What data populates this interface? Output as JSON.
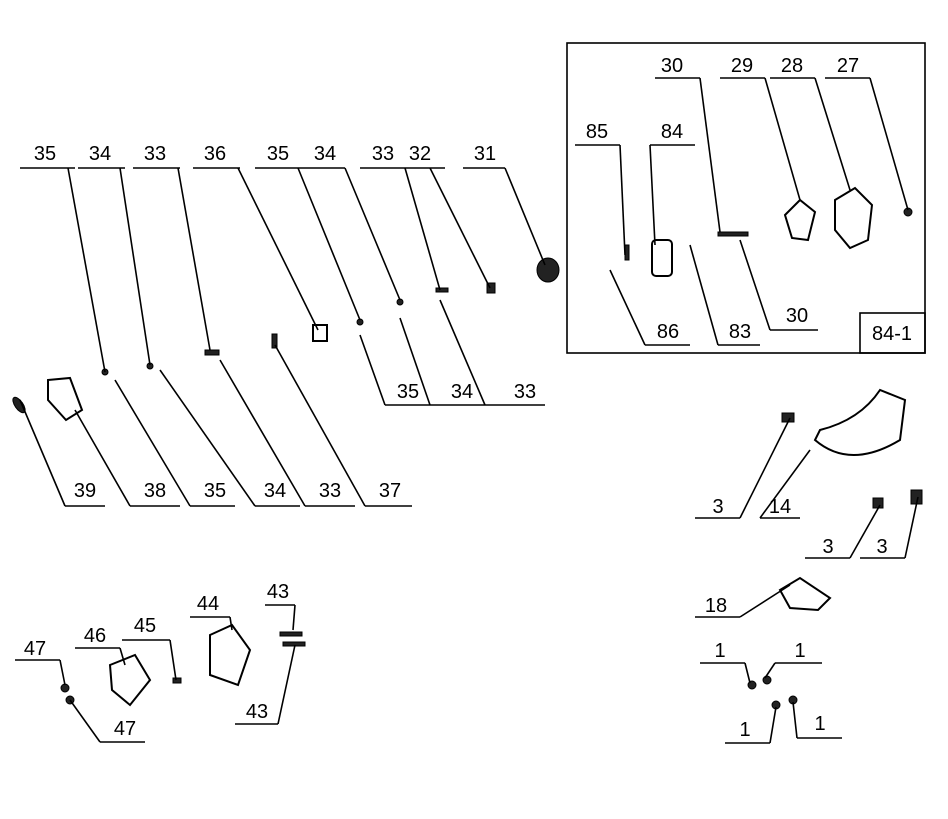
{
  "diagram": {
    "inset_label": "84-1",
    "labels": [
      "35",
      "34",
      "33",
      "36",
      "35",
      "34",
      "33",
      "32",
      "31",
      "35",
      "34",
      "33",
      "39",
      "38",
      "35",
      "34",
      "33",
      "37",
      "30",
      "29",
      "28",
      "27",
      "85",
      "84",
      "86",
      "83",
      "30",
      "84-1",
      "3",
      "14",
      "3",
      "3",
      "18",
      "1",
      "1",
      "1",
      "1",
      "47",
      "46",
      "45",
      "44",
      "43",
      "43",
      "47"
    ]
  }
}
